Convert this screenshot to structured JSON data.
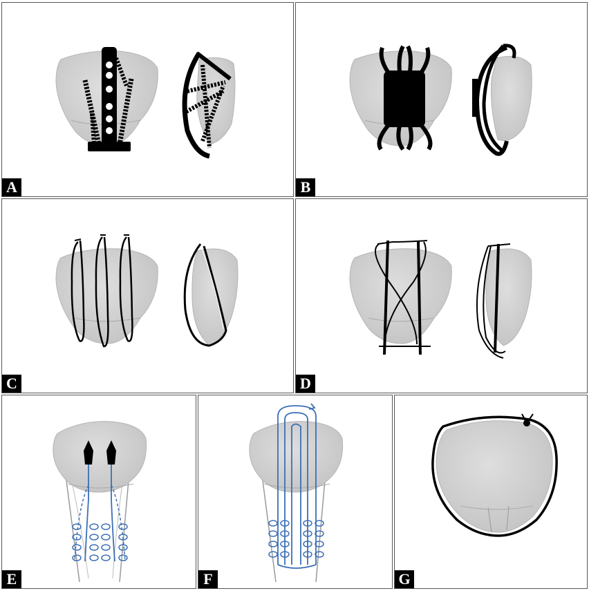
{
  "figure": {
    "panels": [
      {
        "id": "A",
        "label": "A"
      },
      {
        "id": "B",
        "label": "B"
      },
      {
        "id": "C",
        "label": "C"
      },
      {
        "id": "D",
        "label": "D"
      },
      {
        "id": "E",
        "label": "E"
      },
      {
        "id": "F",
        "label": "F"
      },
      {
        "id": "G",
        "label": "G"
      }
    ]
  },
  "colors": {
    "bone_fill": "#cfcfcf",
    "bone_edge": "#b5b5b5",
    "implant": "#000000",
    "suture_blue": "#3a6fb5",
    "tendon": "#9a9a9a"
  }
}
